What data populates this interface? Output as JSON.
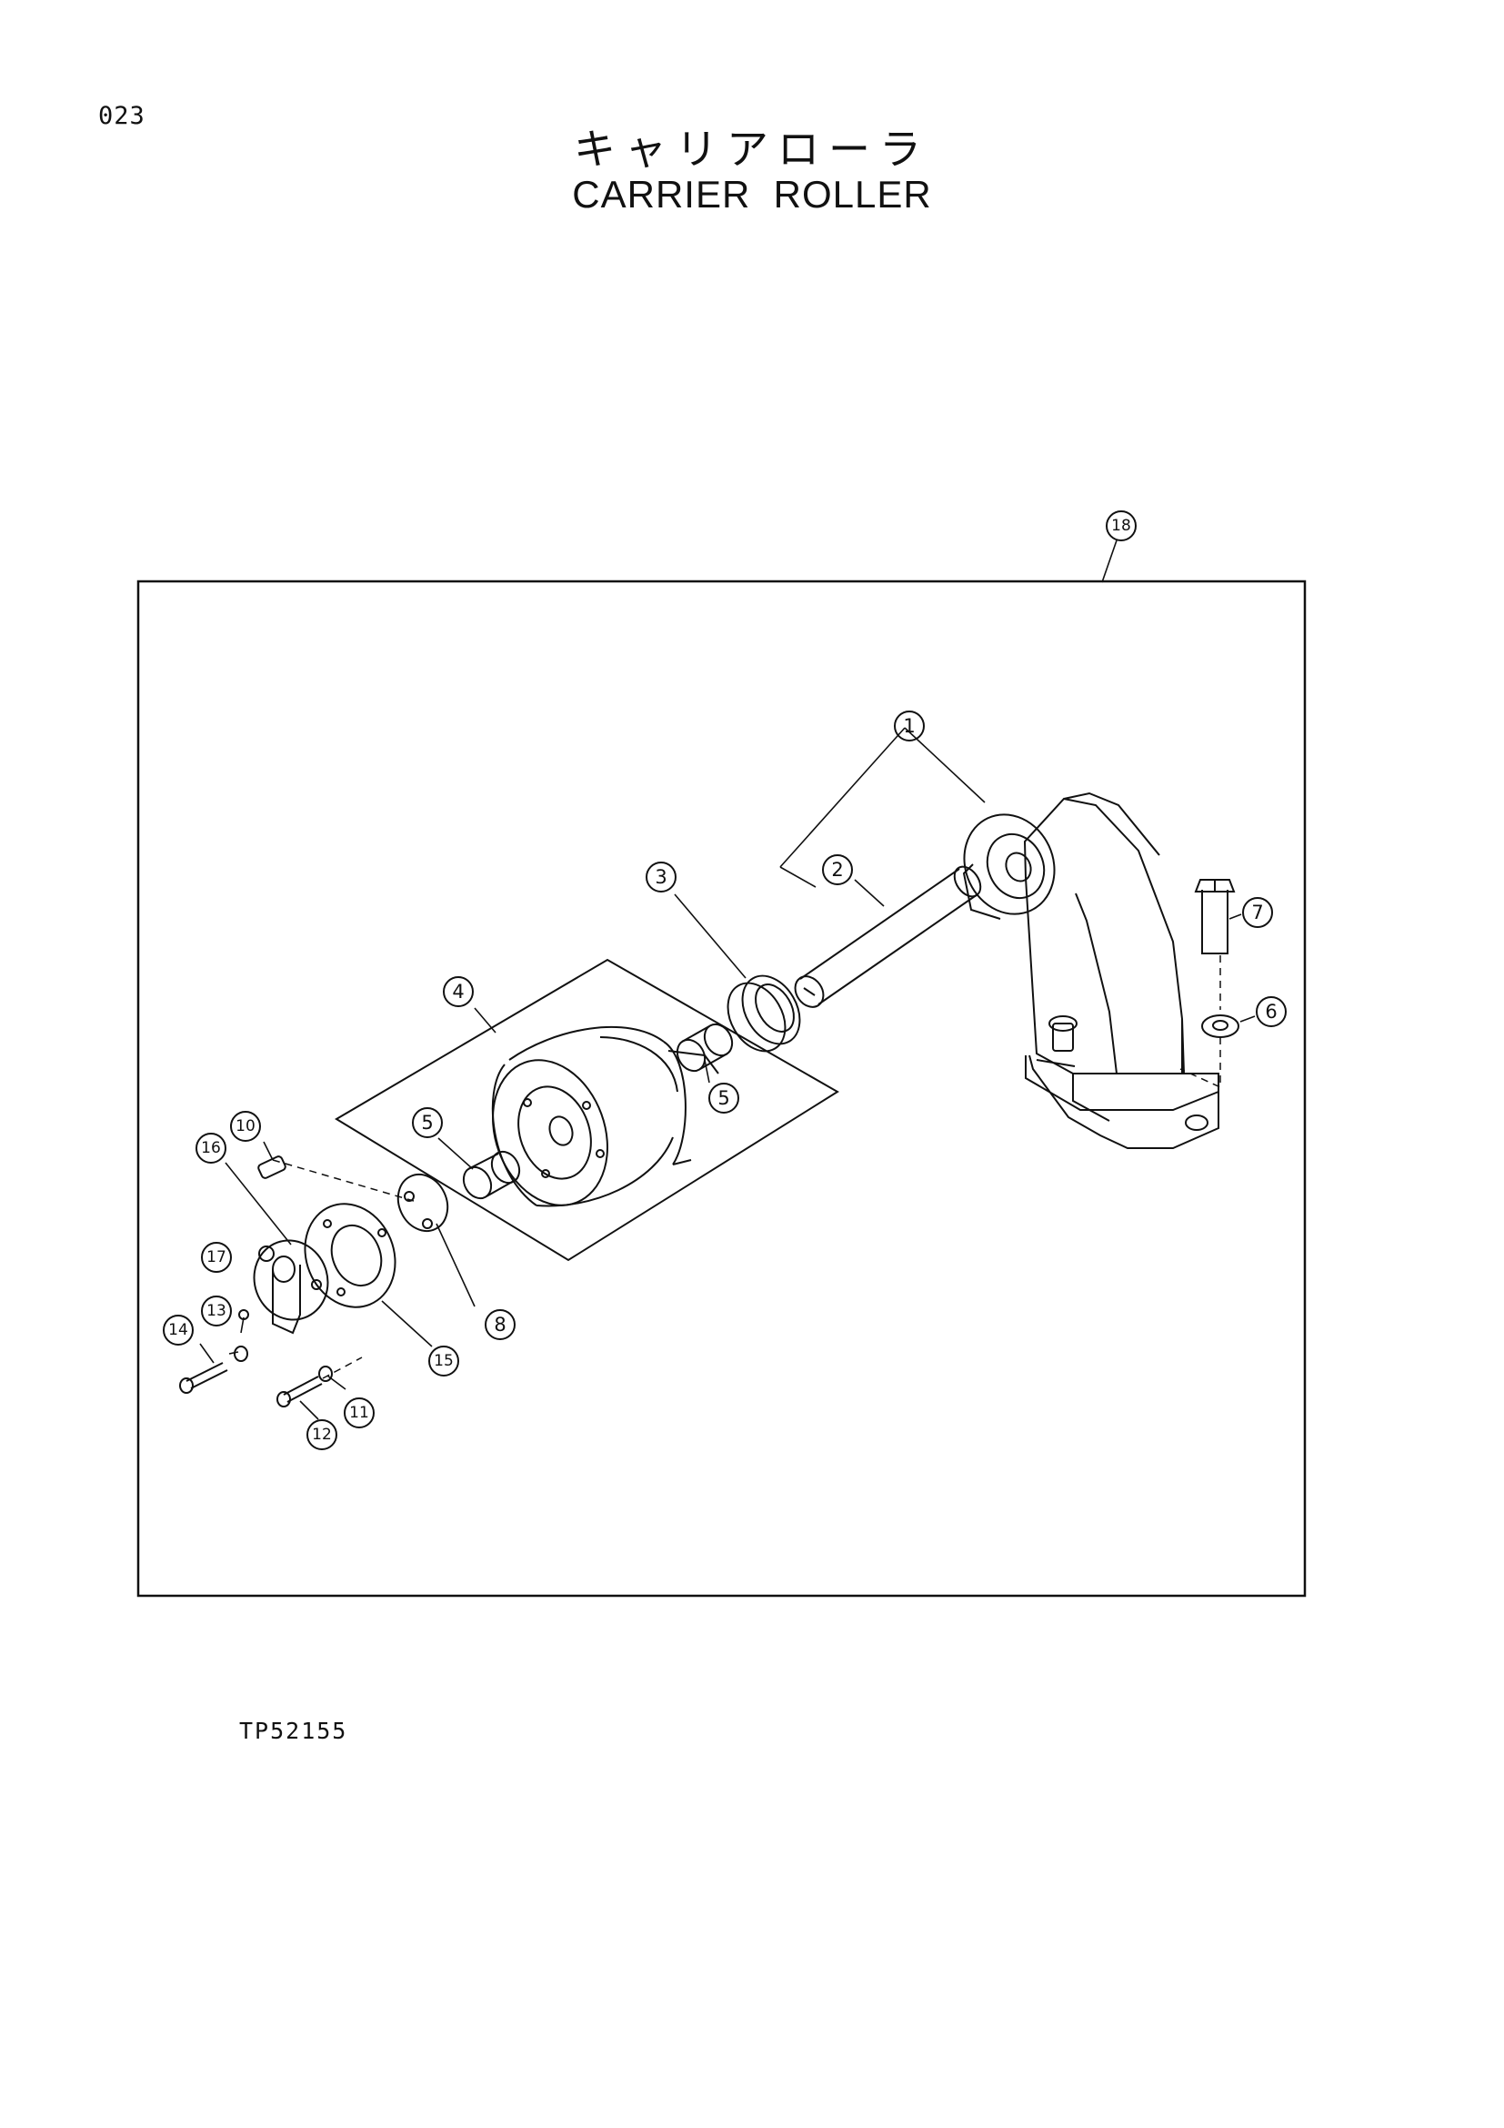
{
  "page": {
    "number": "023",
    "drawing_code": "TP52155"
  },
  "title": {
    "jp": "キャリアローラ",
    "en": "CARRIER  ROLLER"
  },
  "callouts": [
    {
      "id": "c1",
      "label": "1"
    },
    {
      "id": "c2",
      "label": "2"
    },
    {
      "id": "c3",
      "label": "3"
    },
    {
      "id": "c4",
      "label": "4"
    },
    {
      "id": "c5a",
      "label": "5"
    },
    {
      "id": "c5b",
      "label": "5"
    },
    {
      "id": "c6",
      "label": "6"
    },
    {
      "id": "c7",
      "label": "7"
    },
    {
      "id": "c8",
      "label": "8"
    },
    {
      "id": "c10",
      "label": "10"
    },
    {
      "id": "c11",
      "label": "11"
    },
    {
      "id": "c12",
      "label": "12"
    },
    {
      "id": "c13",
      "label": "13"
    },
    {
      "id": "c14",
      "label": "14"
    },
    {
      "id": "c15",
      "label": "15"
    },
    {
      "id": "c16",
      "label": "16"
    },
    {
      "id": "c17",
      "label": "17"
    },
    {
      "id": "c18",
      "label": "18"
    }
  ]
}
